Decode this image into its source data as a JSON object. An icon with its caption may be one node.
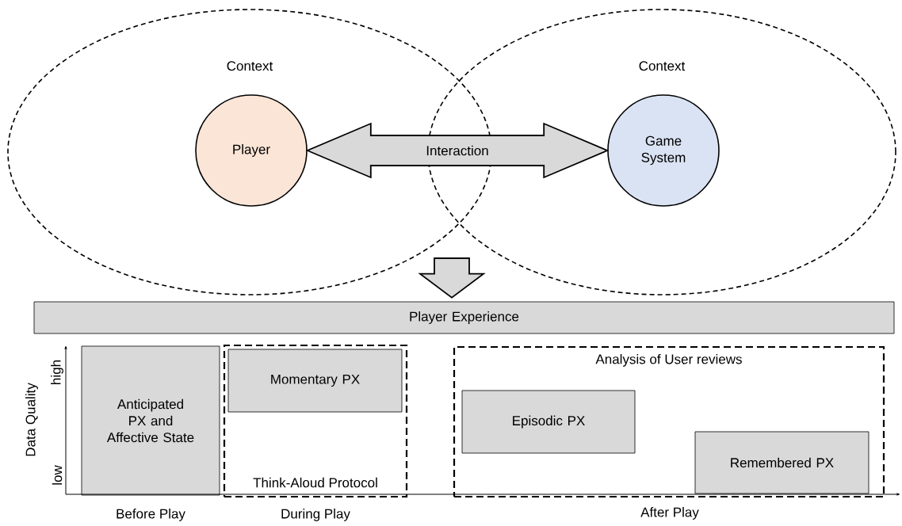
{
  "diagram": {
    "nodes": [
      {
        "text": [
          "Context"
        ]
      },
      {
        "text": [
          "Context"
        ]
      },
      {
        "text": [
          "Player"
        ],
        "in": 0
      },
      {
        "text": [
          "Game System"
        ],
        "in": 1
      },
      {
        "text": [
          "Player Experience"
        ]
      },
      {
        "text": [
          "Anticipated PX and Affective State"
        ]
      },
      {
        "text": [
          "Think-Aloud Protocol"
        ]
      },
      {
        "text": [
          "Momentary PX"
        ],
        "in": 6
      },
      {
        "text": [
          "Analysis of User reviews"
        ]
      },
      {
        "text": [
          "Episodic PX"
        ],
        "in": 8
      },
      {
        "text": [
          "Remembered PX"
        ],
        "in": 8
      }
    ],
    "edges": [
      {
        "from": 2,
        "to": 3,
        "arrow": "both",
        "label": "Interaction",
        "style": "thick"
      },
      {
        "from": null,
        "to": 4,
        "arrow": "to",
        "style": "thick"
      }
    ],
    "labels": [
      "high",
      "low",
      "Data Quality",
      "Before Play",
      "During Play",
      "After Play"
    ]
  }
}
